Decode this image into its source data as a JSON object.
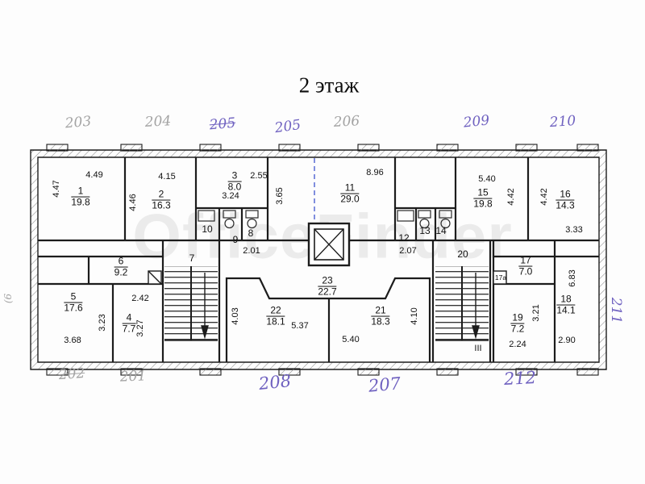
{
  "title": "2 этаж",
  "watermark": "OfficeFinder",
  "colors": {
    "ink": "#6f61c0",
    "pencil": "#a3a3a3",
    "line": "#1c1c1c",
    "dashed_axis": "#4a5fd0"
  },
  "rooms": [
    {
      "num": "1",
      "area": "19.8"
    },
    {
      "num": "2",
      "area": "16.3"
    },
    {
      "num": "3",
      "area": "8.0"
    },
    {
      "num": "11",
      "area": "29.0"
    },
    {
      "num": "15",
      "area": "19.8"
    },
    {
      "num": "16",
      "area": "14.3"
    },
    {
      "num": "6",
      "area": "9.2"
    },
    {
      "num": "5",
      "area": "17.6"
    },
    {
      "num": "4",
      "area": "7.7"
    },
    {
      "num": "23",
      "area": "22.7"
    },
    {
      "num": "22",
      "area": "18.1"
    },
    {
      "num": "21",
      "area": "18.3"
    },
    {
      "num": "17",
      "area": "7.0"
    },
    {
      "num": "18",
      "area": "14.1"
    },
    {
      "num": "19",
      "area": "7.2"
    }
  ],
  "plain_labels": [
    "7",
    "10",
    "9",
    "8",
    "12",
    "13",
    "14",
    "20",
    "III",
    "17а"
  ],
  "dims": [
    "4.47",
    "4.49",
    "4.15",
    "4.46",
    "3.24",
    "2.55",
    "3.65",
    "8.96",
    "5.40",
    "4.42",
    "4.42",
    "3.33",
    "2.01",
    "2.07",
    "2.42",
    "3.23",
    "3.27",
    "3.68",
    "4.03",
    "5.37",
    "5.40",
    "4.10",
    "6.83",
    "3.21",
    "2.24",
    "2.90"
  ],
  "handwritten": [
    "203",
    "204",
    "205",
    "205",
    "206",
    "209",
    "210",
    "202",
    "201",
    "208",
    "207",
    "212",
    "211",
    "(6"
  ]
}
